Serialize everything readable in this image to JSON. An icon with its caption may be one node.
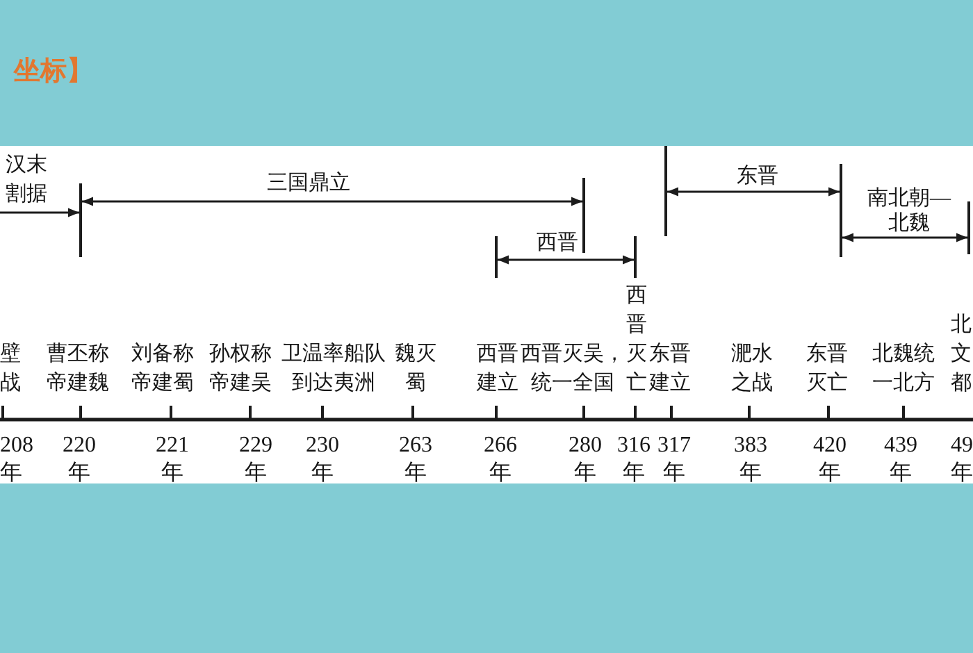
{
  "diagram": {
    "title": "坐标】",
    "labels": [
      "汉末割据",
      "三国鼎立",
      "西晋",
      "东晋",
      "南北朝—北魏",
      "壁战",
      "曹丕称帝建魏",
      "刘备称帝建蜀",
      "孙权称帝建吴",
      "卫温率船队到达夷洲",
      "魏灭蜀",
      "西晋建立",
      "西晋灭吴，统一全国",
      "西晋灭亡",
      "东晋建立",
      "淝水之战",
      "东晋灭亡",
      "北魏统一北方",
      "北文都",
      "208年",
      "220年",
      "221年",
      "229年",
      "230年",
      "263年",
      "266年",
      "280年",
      "316年",
      "317年",
      "383年",
      "420年",
      "439年",
      "49年"
    ]
  }
}
